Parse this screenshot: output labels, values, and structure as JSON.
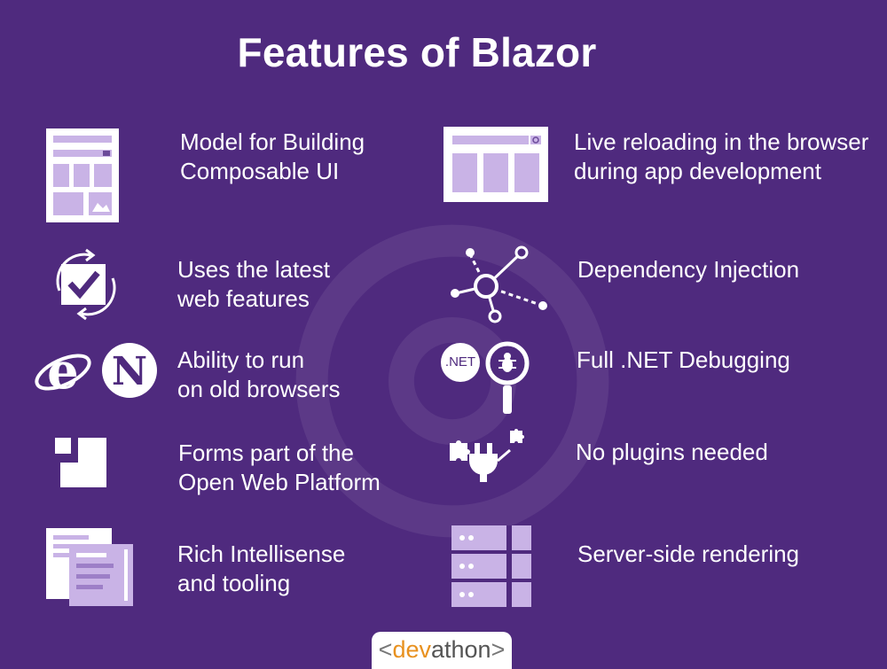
{
  "title": "Features of Blazor",
  "colors": {
    "background": "#4f2a7e",
    "icon_light": "#ffffff",
    "icon_accent": "#c9b3e6",
    "logo_orange": "#e8911f"
  },
  "features": [
    {
      "icon": "composable-ui-layout-icon",
      "line1": "Model for Building",
      "line2": "Composable UI"
    },
    {
      "icon": "browser-reload-icon",
      "line1": "Live reloading in the browser",
      "line2": "during app development"
    },
    {
      "icon": "checkbox-refresh-icon",
      "line1": "Uses the latest",
      "line2": "web features"
    },
    {
      "icon": "dependency-network-icon",
      "line1": "Dependency Injection",
      "line2": ""
    },
    {
      "icon": "old-browsers-icon",
      "line1": "Ability to run",
      "line2": "on old browsers"
    },
    {
      "icon": "dotnet-debug-icon",
      "line1": "Full .NET Debugging",
      "line2": "",
      "badge": ".NET"
    },
    {
      "icon": "open-web-platform-icon",
      "line1": "Forms part of the",
      "line2": "Open Web Platform"
    },
    {
      "icon": "plugin-plug-icon",
      "line1": "No plugins needed",
      "line2": ""
    },
    {
      "icon": "intellisense-tooling-icon",
      "line1": "Rich Intellisense",
      "line2": "and tooling"
    },
    {
      "icon": "server-rack-icon",
      "line1": "Server-side rendering",
      "line2": ""
    }
  ],
  "logo": {
    "open": "<",
    "dev": "dev",
    "rest": "athon",
    "close": ">"
  }
}
